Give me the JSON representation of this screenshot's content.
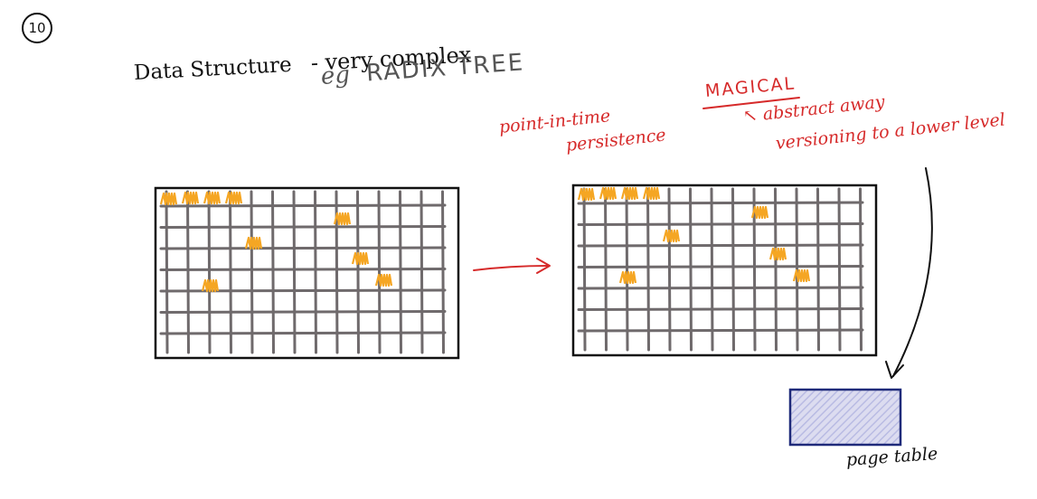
{
  "page_number": "10",
  "title": "Data Structure",
  "title_note": "- very complex",
  "example_prefix": "eg",
  "example": "RADIX TREE",
  "persistence_line1": "point-in-time",
  "persistence_line2": "persistence",
  "magical_label": "MAGICAL",
  "abstract_line1": "abstract away",
  "abstract_line2": "versioning to a lower level",
  "page_table_label": "page table",
  "colors": {
    "ink": "#111111",
    "grid": "#6f6a6c",
    "highlight": "#f5a623",
    "annotation": "#d62a2a",
    "page_table_border": "#1f2a7a",
    "page_table_fill": "#c7c9ea"
  }
}
